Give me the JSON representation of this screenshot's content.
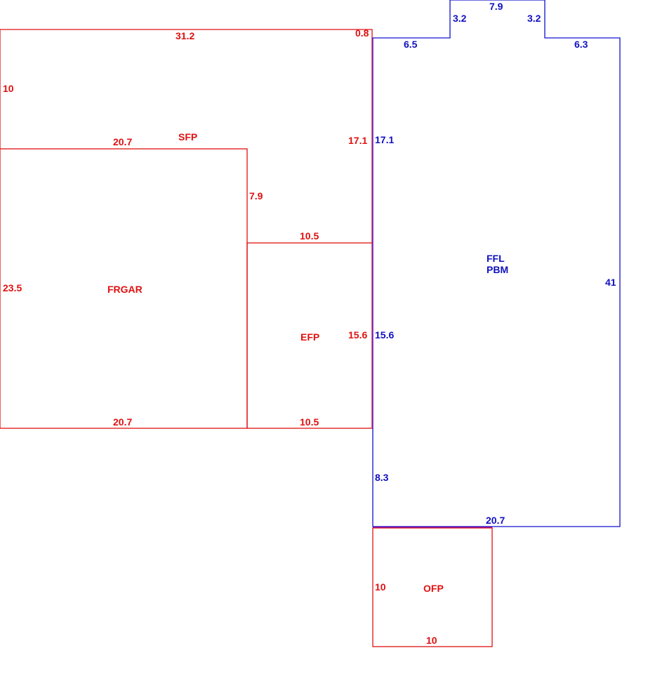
{
  "colors": {
    "addition": "#e01010",
    "main": "#1010c0"
  },
  "areas": {
    "sfp": "SFP",
    "frgar": "FRGAR",
    "efp": "EFP",
    "ffl": "FFL",
    "pbm": "PBM",
    "ofp": "OFP"
  },
  "dims": {
    "sfp_top": "31.2",
    "sfp_corner": "0.8",
    "sfp_left": "10",
    "sfp_bottom": "20.7",
    "sfp_right": "17.1",
    "sfp_step": "7.9",
    "frgar_left": "23.5",
    "frgar_bottom": "20.7",
    "efp_top": "10.5",
    "efp_right": "15.6",
    "efp_bottom": "10.5",
    "main_notch_top": "7.9",
    "main_notch_left": "3.2",
    "main_notch_right": "3.2",
    "main_top_left": "6.5",
    "main_top_right": "6.3",
    "main_left_upper": "17.1",
    "main_left_middle": "15.6",
    "main_left_lower": "8.3",
    "main_right": "41",
    "main_bottom": "20.7",
    "ofp_left": "10",
    "ofp_bottom": "10"
  }
}
